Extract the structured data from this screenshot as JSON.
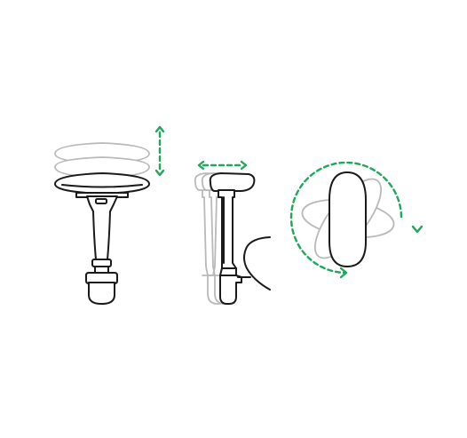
{
  "colors": {
    "accent": "#1ea85a",
    "ink": "#1a1a1a",
    "ghost": "#b9b9b9",
    "background": "#ffffff"
  },
  "panels": [
    {
      "id": "height-adjustment",
      "arrow": "double-vertical-arrow-icon"
    },
    {
      "id": "depth-adjustment",
      "arrow": "double-horizontal-arrow-icon"
    },
    {
      "id": "pivot-rotation",
      "arrow": "circular-arrow-icon"
    }
  ]
}
